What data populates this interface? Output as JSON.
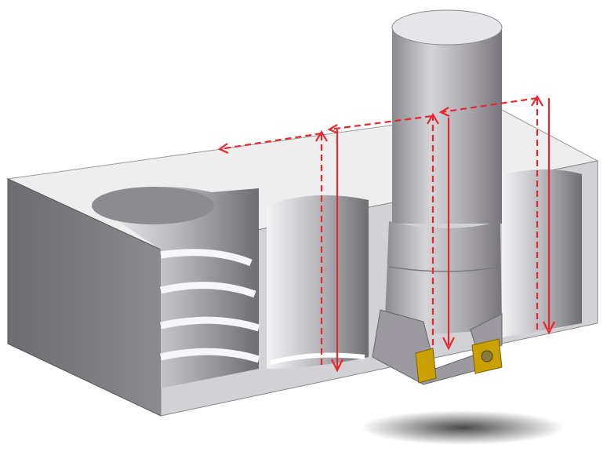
{
  "diagram": {
    "subject": "plunge-milling-illustration",
    "colors": {
      "background": "#ffffff",
      "block_top": "#eeeeee",
      "block_side": "#77767b",
      "block_front_cut": "#c9c8cd",
      "tool_body": "#a6a4a9",
      "insert": "#c9a100",
      "toolpath": "#e8262d"
    },
    "toolpath_styles": [
      "solid-plunge",
      "dashed-retract"
    ]
  }
}
